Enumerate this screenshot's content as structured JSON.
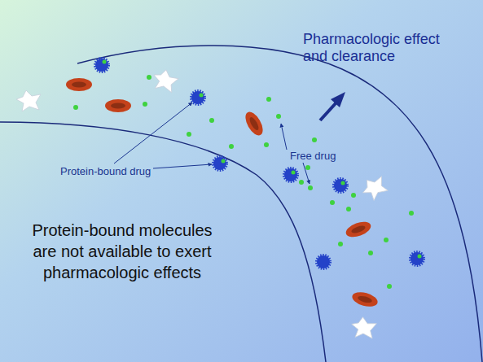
{
  "diagram": {
    "labels": [
      "Pharmacologic effect and clearance",
      "Free drug",
      "Protein-bound drug",
      "Protein-bound molecules are not available to exert pharmacologic effects"
    ]
  }
}
